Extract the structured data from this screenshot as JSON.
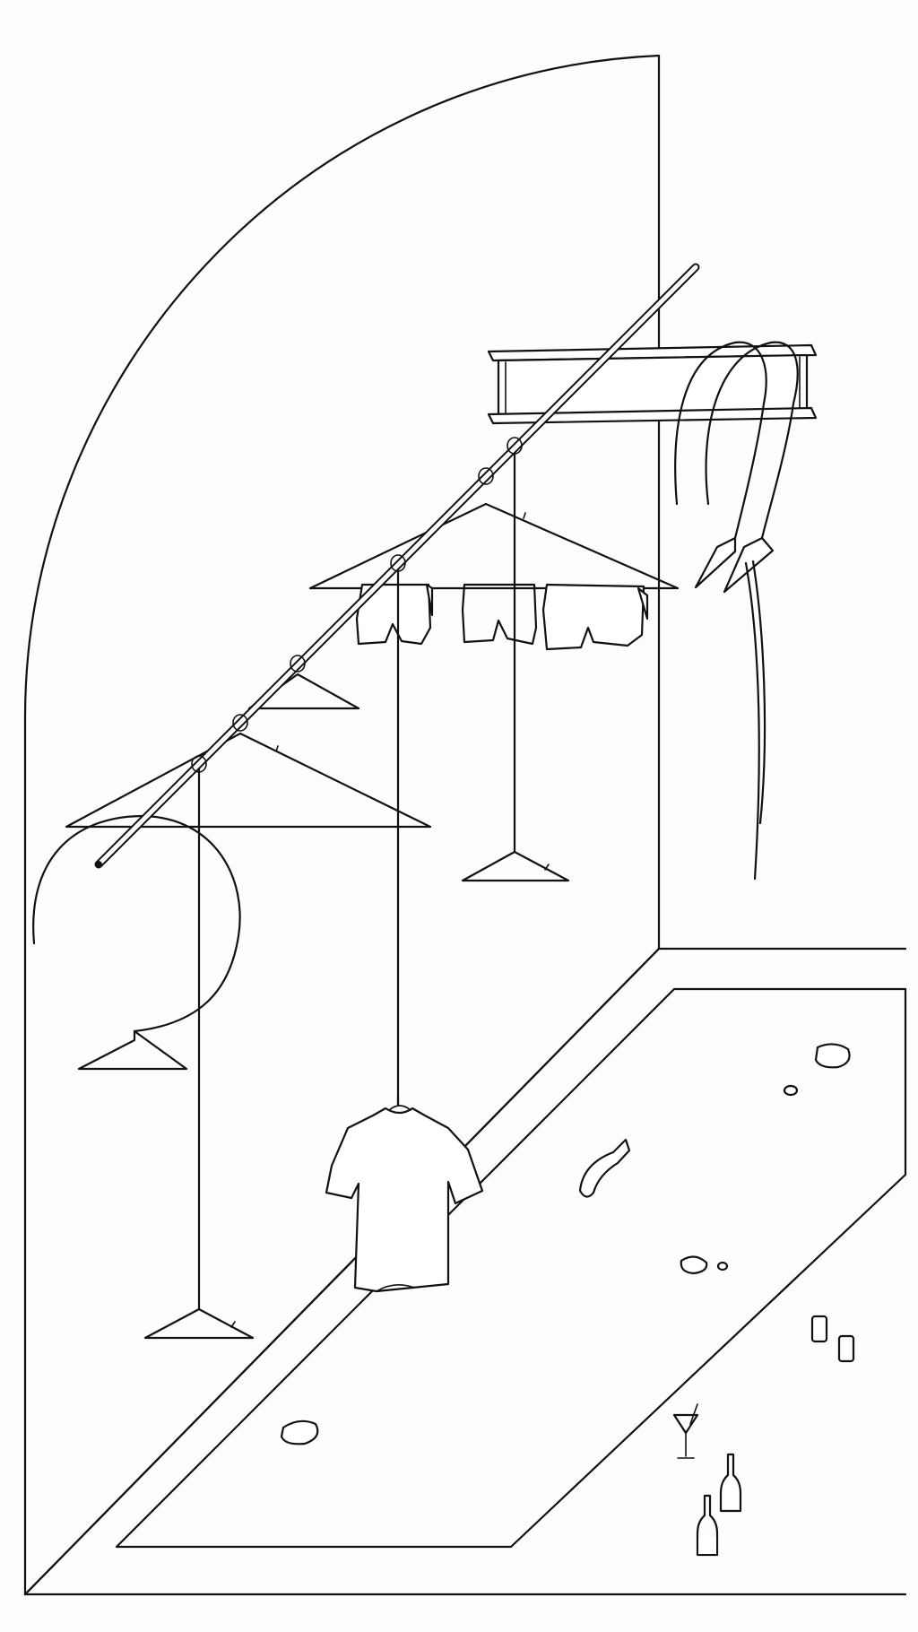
{
  "scene": {
    "description_label": "",
    "colors": {
      "background": "#fdfdfb",
      "wall": "#e8e8e8",
      "rug": "#a9a9a9",
      "ink": "#111111",
      "garment": "#ffffff",
      "checked_garment": "#cfcfcf"
    },
    "objects": [
      "arched-wall",
      "diagonal-rail",
      "steel-i-beam",
      "hanging-hangers",
      "shorts-garments",
      "t-shirt",
      "hanging-straps",
      "speckled-rug",
      "pebbles",
      "sock",
      "cups",
      "cocktail-glass",
      "bottles"
    ]
  }
}
